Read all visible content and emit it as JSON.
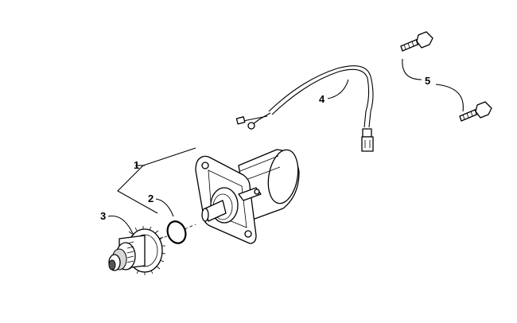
{
  "diagram": {
    "callouts": [
      {
        "id": "1",
        "label": "1"
      },
      {
        "id": "2",
        "label": "2"
      },
      {
        "id": "3",
        "label": "3"
      },
      {
        "id": "4",
        "label": "4"
      },
      {
        "id": "5",
        "label": "5"
      }
    ],
    "line_color": "#000000",
    "background": "#ffffff"
  }
}
